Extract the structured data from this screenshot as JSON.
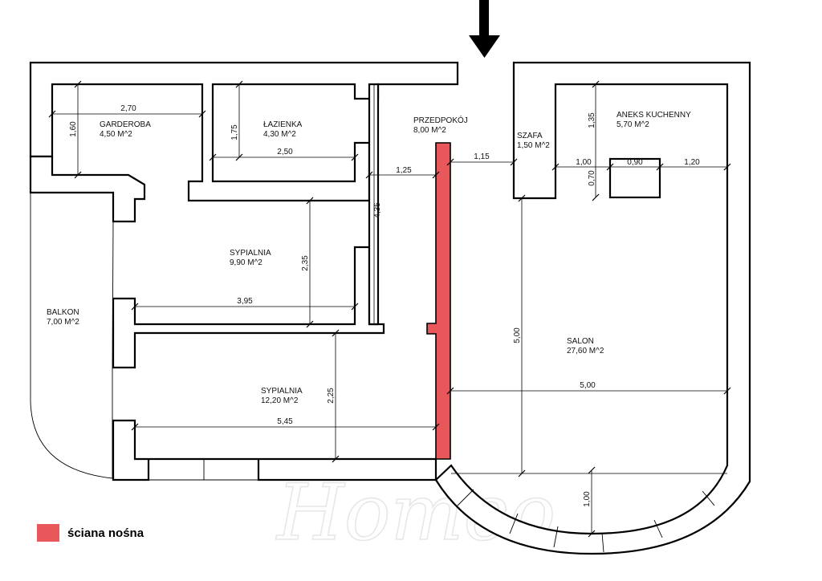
{
  "watermark": "Homeo",
  "colors": {
    "load_bearing_wall": "#e8585a",
    "wall_stroke": "#000000",
    "background": "#ffffff"
  },
  "entrance": {
    "icon": "arrow-down-icon"
  },
  "rooms": [
    {
      "id": "garderoba",
      "name": "GARDEROBA",
      "area": "4,50 M^2"
    },
    {
      "id": "lazienka",
      "name": "ŁAZIENKA",
      "area": "4,30 M^2"
    },
    {
      "id": "przedpokoj",
      "name": "PRZEDPOKÓJ",
      "area": "8,00 M^2"
    },
    {
      "id": "szafa",
      "name": "SZAFA",
      "area": "1,50 M^2"
    },
    {
      "id": "aneks",
      "name": "ANEKS KUCHENNY",
      "area": "5,70 M^2"
    },
    {
      "id": "sypialnia1",
      "name": "SYPIALNIA",
      "area": "9,90 M^2"
    },
    {
      "id": "balkon",
      "name": "BALKON",
      "area": "7,00 M^2"
    },
    {
      "id": "salon",
      "name": "SALON",
      "area": "27,60 M^2"
    },
    {
      "id": "sypialnia2",
      "name": "SYPIALNIA",
      "area": "12,20 M^2"
    }
  ],
  "dimensions": [
    {
      "id": "garderoba-width",
      "value": "2,70"
    },
    {
      "id": "garderoba-height",
      "value": "1,60"
    },
    {
      "id": "lazienka-height",
      "value": "1,75"
    },
    {
      "id": "lazienka-width",
      "value": "2,50"
    },
    {
      "id": "corridor-width",
      "value": "1,25"
    },
    {
      "id": "corridor-height",
      "value": "4,35"
    },
    {
      "id": "szafa-offset",
      "value": "1,15"
    },
    {
      "id": "kitchen-height",
      "value": "1,35"
    },
    {
      "id": "kitchen-left",
      "value": "1,00"
    },
    {
      "id": "island-width",
      "value": "0,90"
    },
    {
      "id": "kitchen-right",
      "value": "1,20"
    },
    {
      "id": "island-height",
      "value": "0,70"
    },
    {
      "id": "bedroom1-height",
      "value": "2,35"
    },
    {
      "id": "bedroom1-width",
      "value": "3,95"
    },
    {
      "id": "salon-height",
      "value": "5,00"
    },
    {
      "id": "salon-width",
      "value": "5,00"
    },
    {
      "id": "bedroom2-height",
      "value": "2,25"
    },
    {
      "id": "bedroom2-width",
      "value": "5,45"
    },
    {
      "id": "bay-depth",
      "value": "1,00"
    }
  ],
  "legend": {
    "label": "ściana nośna"
  }
}
